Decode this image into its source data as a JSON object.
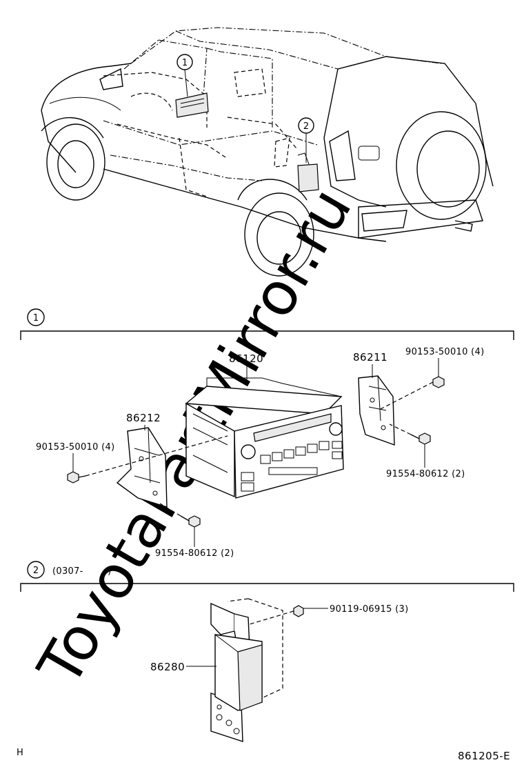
{
  "watermark": "ToyotaPartMirror.ru",
  "callouts": {
    "c1": "1",
    "c2": "2"
  },
  "section1": {
    "number": "1",
    "parts": {
      "radio": "86120",
      "bracket_right": "86211",
      "bracket_left": "86212",
      "screw_right": "90153-50010 (4)",
      "screw_left": "90153-50010 (4)",
      "bolt_right": "91554-80612 (2)",
      "bolt_left": "91554-80612 (2)"
    }
  },
  "section2": {
    "number": "2",
    "date_range": "(0307-        )",
    "parts": {
      "bolt": "90119-06915 (3)",
      "module": "86280"
    }
  },
  "footer": {
    "left": "H",
    "right": "861205-E"
  }
}
